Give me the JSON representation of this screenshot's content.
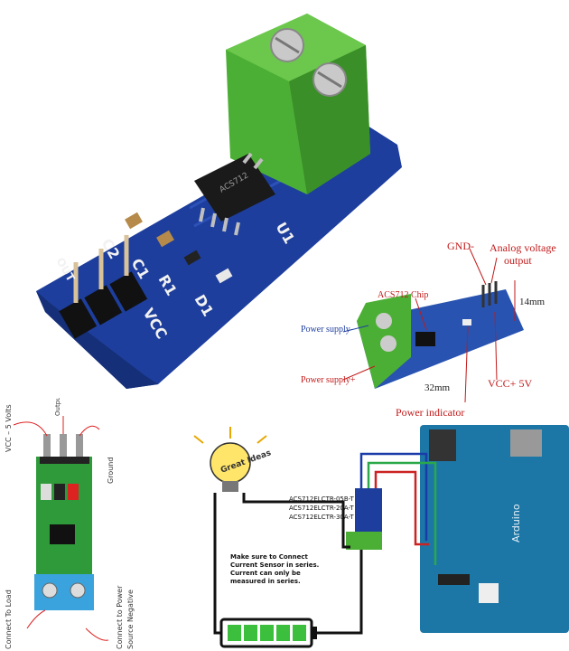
{
  "main_board": {
    "silkscreen": [
      "U1",
      "C2",
      "C1",
      "R1",
      "D1",
      "VCC",
      "OUT"
    ],
    "chip_text": "ACS712"
  },
  "annotated_board": {
    "labels": {
      "gnd": "GND-",
      "analog": "Analog voltage",
      "analog2": "output",
      "chip": "ACS712 Chip",
      "width": "14mm",
      "supply_minus": "Power supply-",
      "supply_plus": "Power supply+",
      "length": "32mm",
      "vcc": "VCC+ 5V",
      "power_indicator": "Power indicator"
    }
  },
  "pinout": {
    "output": "Output",
    "vcc": "VCC – 5 Volts",
    "ground": "Ground",
    "load": "Connect To Load",
    "negative": "Connect to Power",
    "negative2": "Source Negative"
  },
  "wiring": {
    "bulb_text": "Great Ideas",
    "sensor_models": [
      "ACS712ELCTR-05B-T",
      "ACS712ELCTR-20A-T",
      "ACS712ELCTR-30A-T"
    ],
    "note": [
      "Make sure to Connect",
      "Current Sensor in series.",
      "Current can only be",
      "measured in series."
    ],
    "arduino_text": "Arduino"
  },
  "colors": {
    "pcb_blue": "#1d3e9c",
    "terminal_green": "#4caf35",
    "arduino_blue": "#1d77a6",
    "annot_red": "#c21a1a",
    "annot_blue": "#1f3f9e"
  }
}
